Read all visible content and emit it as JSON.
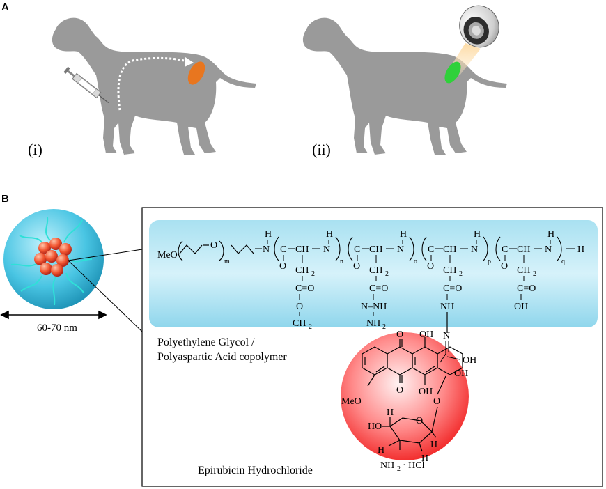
{
  "panel_a": {
    "label": "A",
    "sub_i": "(i)",
    "sub_ii": "(ii)",
    "colors": {
      "dog": "#9a9a9a",
      "tumor_i": "#e8761f",
      "tumor_ii": "#2fd13a",
      "light": "#fde4b3"
    },
    "icons": [
      "dog-silhouette-icon",
      "syringe-icon",
      "tumor-icon",
      "light-source-icon"
    ]
  },
  "panel_b": {
    "label": "B",
    "size_label": "60-70 nm",
    "colors": {
      "micelle": "#48c6e3",
      "core": "#f05a3a",
      "polymer_band": "#bfe8f4",
      "drug_sphere": "#ff4a4a"
    },
    "polymer": {
      "meo": "MeO",
      "o": "O",
      "sub_m": "m",
      "sub_n": "n",
      "sub_o": "o",
      "sub_p": "p",
      "sub_q": "q",
      "h": "H",
      "n": "N",
      "c": "C",
      "ch": "CH",
      "ch2": "CH",
      "two": "2",
      "ceqo": "C=O",
      "nh": "NH",
      "nhnh": "N–NH",
      "nh2": "NH",
      "oh": "OH",
      "o_atom": "O",
      "eq_o": "O",
      "name_line1": "Polyethylene Glycol /",
      "name_line2": "Polyaspartic Acid copolymer"
    },
    "drug": {
      "oh": "OH",
      "o": "O",
      "meo": "MeO",
      "n": "N",
      "h": "H",
      "ho": "HO",
      "nh2hcl": "NH",
      "hcl": "· HCl",
      "two": "2",
      "name": "Epirubicin Hydrochloride"
    }
  }
}
